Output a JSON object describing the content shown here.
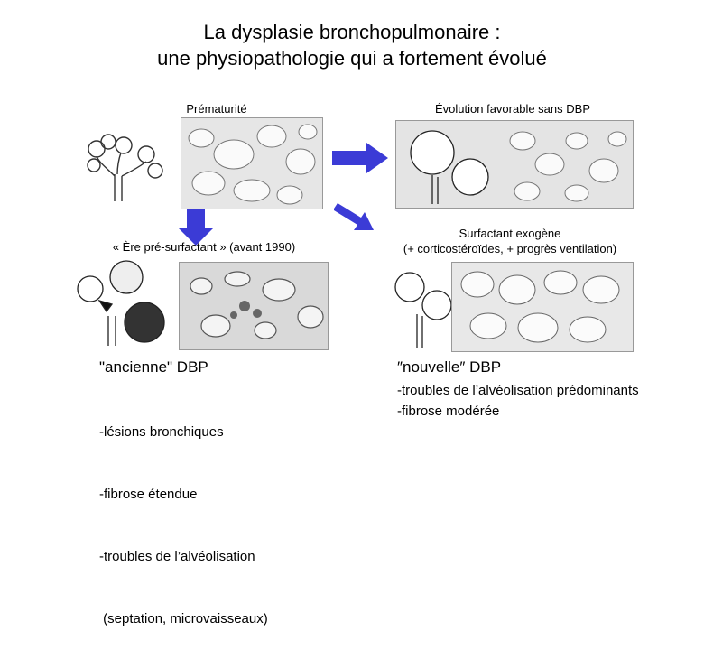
{
  "slide": {
    "title_line1": "La dysplasie bronchopulmonaire :",
    "title_line2": "une physiopathologie qui a fortement évolué"
  },
  "panels": {
    "prematurity": {
      "label": "Prématurité"
    },
    "favorable": {
      "label": "Évolution favorable sans DBP"
    },
    "pre_surfactant": {
      "label": "« Ère pré-surfactant » (avant 1990)"
    },
    "surfactant": {
      "label_line1": "Surfactant exogène",
      "label_line2": "(+ corticostéroïdes, + progrès ventilation)"
    }
  },
  "old_bpd": {
    "heading": "\"ancienne\" DBP",
    "items": [
      "-lésions bronchiques",
      "-fibrose étendue",
      "-troubles de l’alvéolisation",
      " (septation, microvaisseaux)"
    ]
  },
  "new_bpd": {
    "heading": "″nouvelle″ DBP",
    "items": [
      "-troubles de l’alvéolisation prédominants",
      "-fibrose modérée"
    ]
  },
  "colors": {
    "arrow": "#3b3bd6"
  }
}
